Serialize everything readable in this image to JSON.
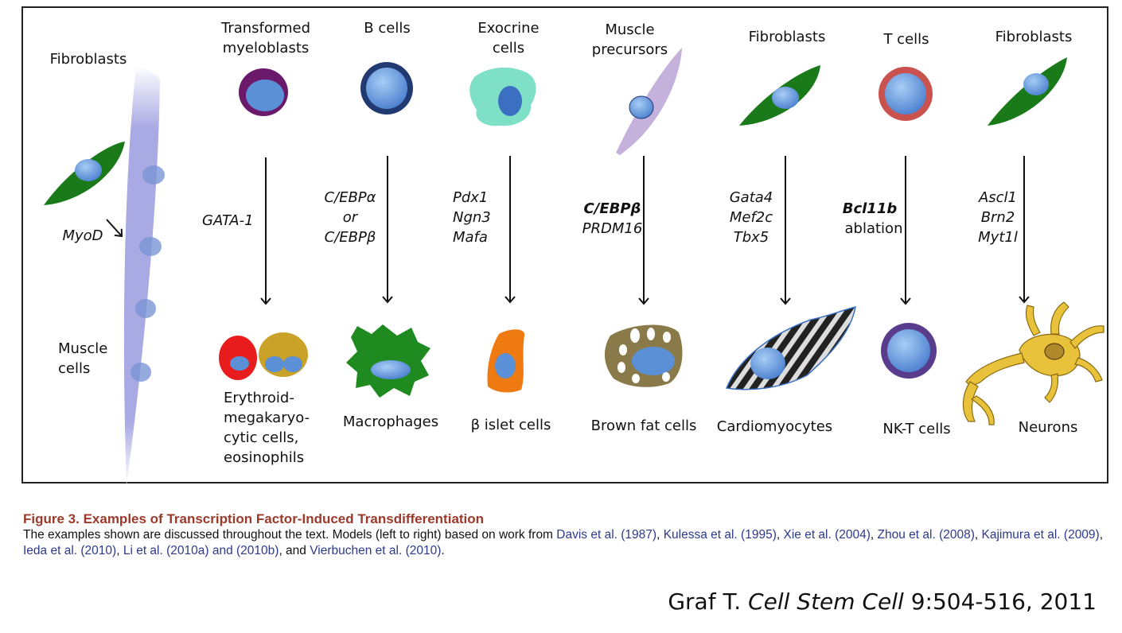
{
  "figure": {
    "left_panel": {
      "top_label": "Fibroblasts",
      "factor": "MyoD",
      "bottom_label": "Muscle\ncells"
    },
    "columns": [
      {
        "source": "Transformed\nmyeloblasts",
        "factors": "GATA-1",
        "target": "Erythroid-\nmegakaryo-\ncytic cells,\neosinophils"
      },
      {
        "source": "B cells",
        "factors": "C/EBPα\nor\nC/EBPβ",
        "target": "Macrophages"
      },
      {
        "source": "Exocrine\ncells",
        "factors": "Pdx1\nNgn3\nMafa",
        "target": "β islet cells"
      },
      {
        "source": "Muscle\nprecursors",
        "factors_bold": "C/EBPβ",
        "factors": "PRDM16",
        "target": "Brown fat cells"
      },
      {
        "source": "Fibroblasts",
        "factors": "Gata4\nMef2c\nTbx5",
        "target": "Cardiomyocytes"
      },
      {
        "source": "T cells",
        "factors_bold": "Bcl11b",
        "factors_plain": "ablation",
        "target": "NK-T cells"
      },
      {
        "source": "Fibroblasts",
        "factors": "Ascl1\nBrn2\nMyt1l",
        "target": "Neurons"
      }
    ],
    "icons": [
      "fibroblast-cell",
      "myotube",
      "myeloblast-cell",
      "b-cell",
      "exocrine-cell",
      "muscle-precursor-cell",
      "t-cell",
      "erythroid-cells",
      "macrophage",
      "islet-cell",
      "brown-fat-cell",
      "cardiomyocyte",
      "nk-t-cell",
      "neuron"
    ],
    "colors": {
      "fibroblast": "#1a7a1a",
      "nucleus": "#5b8fd6",
      "myotube": "#a8a8e0",
      "myeloblast": "#6b1a6b",
      "exocrine": "#7fe0c8",
      "precursor": "#c4b2dc",
      "tcell": "#c9524e",
      "erythroid": "#e81c1c",
      "eosinophil": "#c9a227",
      "macrophage": "#1f8a1f",
      "islet": "#f07a12",
      "brown_fat": "#8a7a4a",
      "neuron": "#e8c23a",
      "nkt": "#5a3c8c"
    }
  },
  "caption": {
    "title": "Figure 3.  Examples of Transcription Factor-Induced Transdifferentiation",
    "body_intro": "The examples shown are discussed throughout the text. Models (left to right) based on work from ",
    "refs": [
      "Davis et al. (1987)",
      "Kulessa et al. (1995)",
      "Xie et al. (2004)",
      "Zhou et al. (2008)",
      "Kajimura et al. (2009)",
      "Ieda et al. (2010)",
      "Li et al. (2010a) and (2010b)",
      "Vierbuchen et al. (2010)"
    ],
    "sep": ", ",
    "and_text": ", and ",
    "end": "."
  },
  "citation": {
    "author": "Graf T. ",
    "journal": "Cell Stem Cell",
    "details": " 9:504-516, 2011"
  }
}
